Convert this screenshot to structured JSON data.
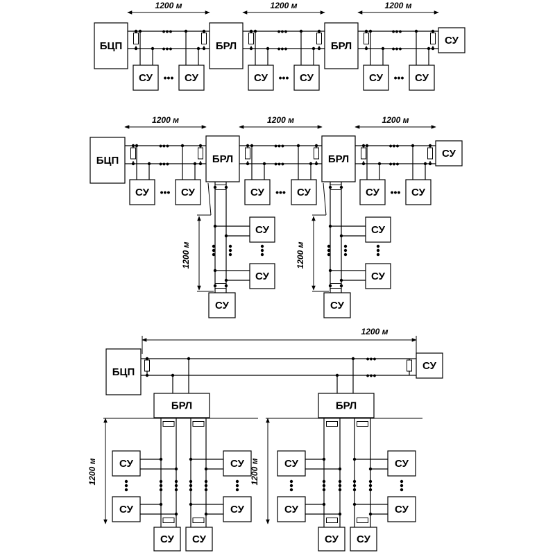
{
  "labels": {
    "central_unit": "БЦП",
    "repeater": "БРЛ",
    "device": "СУ",
    "span": "1200 м",
    "ellipsis": "•••"
  }
}
